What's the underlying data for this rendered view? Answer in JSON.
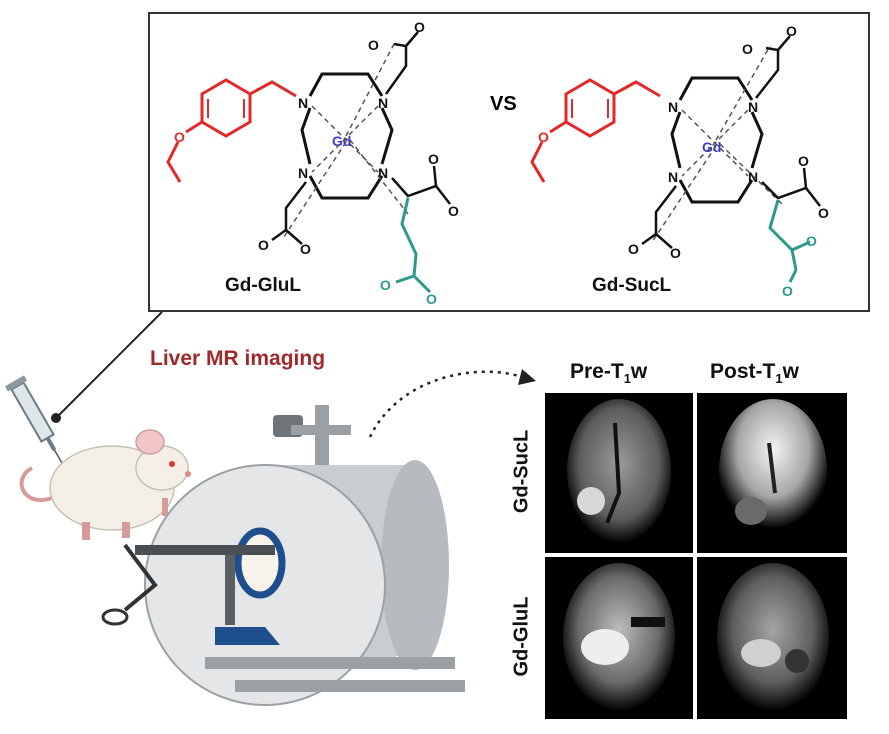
{
  "chem": {
    "vs_label": "VS",
    "left_compound": "Gd-GluL",
    "right_compound": "Gd-SucL",
    "metal_symbol": "Gd",
    "n_symbol": "N",
    "o_symbol": "O"
  },
  "colors": {
    "benzyl_red": "#e02a2a",
    "acid_teal": "#2a9a8a",
    "gd_blue": "#3b3bd6",
    "title_red": "#9e2a2b",
    "coil_blue": "#1f4e8c"
  },
  "imaging": {
    "title": "Liver MR imaging",
    "col_pre": "Pre-T",
    "col_post": "Post-T",
    "sub": "1",
    "suffix": "w",
    "row_top": "Gd-SucL",
    "row_bottom": "Gd-GluL"
  },
  "icons": [
    "syringe-icon",
    "mouse-icon",
    "mri-scanner-icon",
    "dotted-arrow-icon"
  ]
}
